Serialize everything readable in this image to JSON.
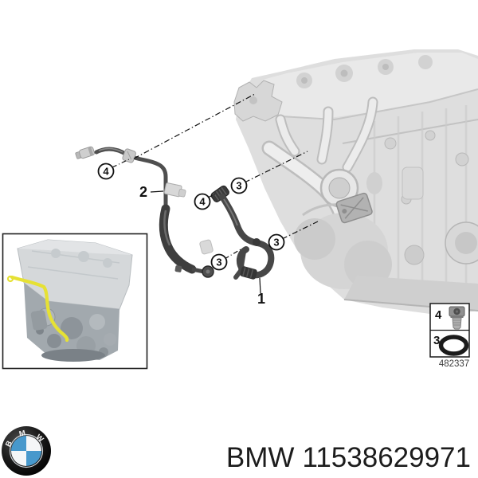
{
  "diagram": {
    "callouts": [
      {
        "id": "callout-4-left",
        "label": "4"
      },
      {
        "id": "callout-4-mid",
        "label": "4"
      },
      {
        "id": "callout-3-upper",
        "label": "3"
      },
      {
        "id": "callout-3-right",
        "label": "3"
      },
      {
        "id": "callout-3-lower",
        "label": "3"
      }
    ],
    "part_labels": [
      {
        "id": "part-2",
        "label": "2"
      },
      {
        "id": "part-1",
        "label": "1"
      }
    ],
    "legend": {
      "rows": [
        {
          "num": "4",
          "icon": "torx-bolt-icon"
        },
        {
          "num": "3",
          "icon": "o-ring-icon"
        }
      ],
      "code": "482337"
    }
  },
  "footer": {
    "brand": "BMW",
    "part_number": "11538629971",
    "logo_letters": [
      "B",
      "M",
      "W"
    ]
  },
  "colors": {
    "engine_gray": "#dedede",
    "hose_dark": "#474747",
    "highlight_hose_yellow": "#e6e134",
    "logo_blue": "#4798cc"
  }
}
